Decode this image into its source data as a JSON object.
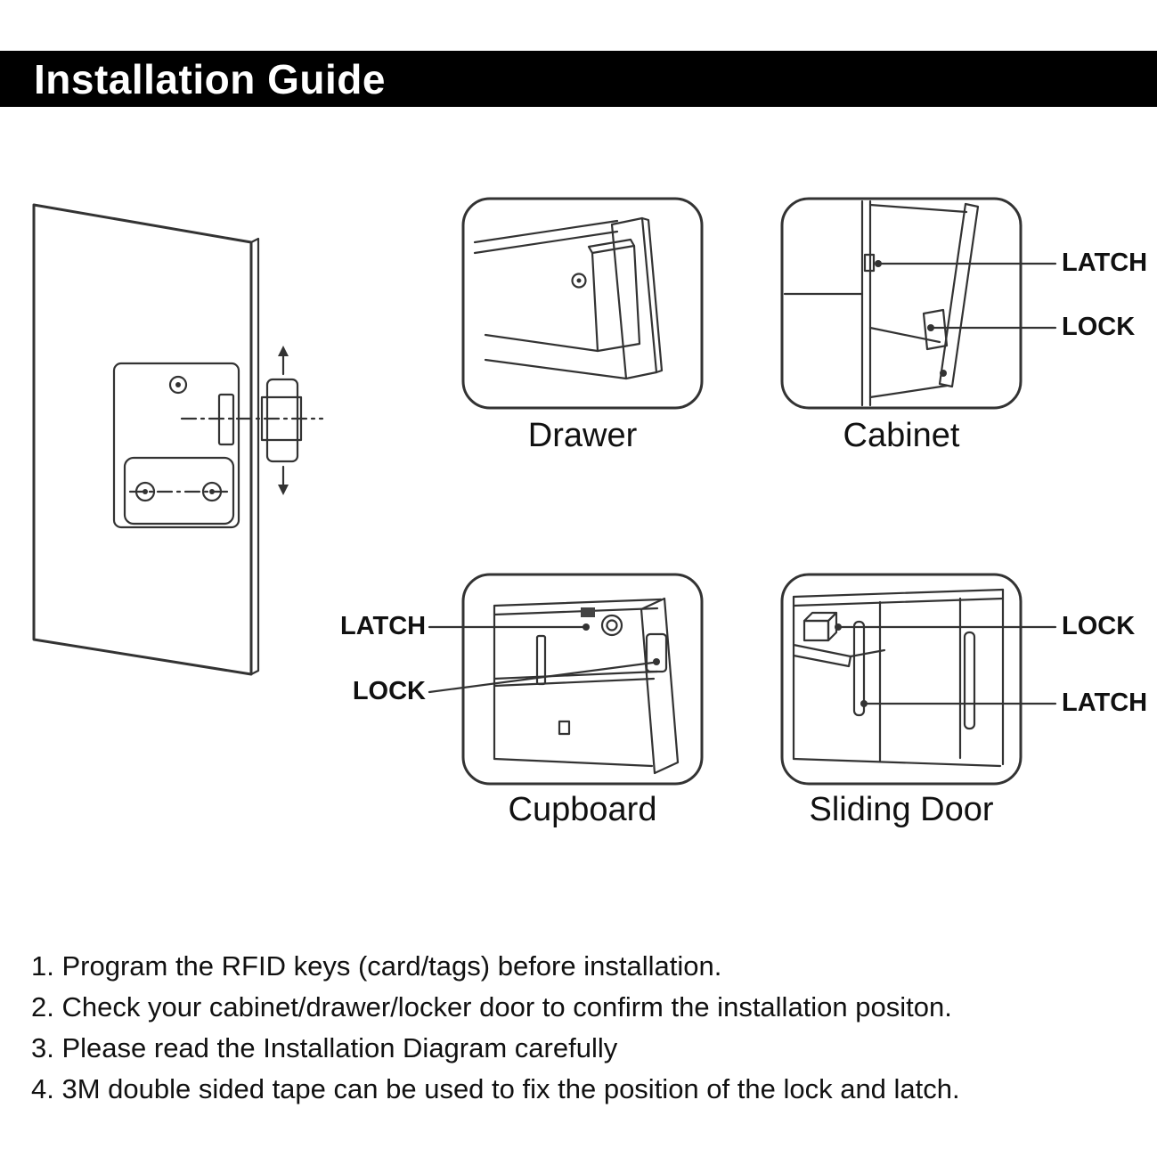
{
  "header": {
    "title": "Installation Guide"
  },
  "panels": {
    "drawer": {
      "label": "Drawer"
    },
    "cabinet": {
      "label": "Cabinet",
      "latch_label": "LATCH",
      "lock_label": "LOCK"
    },
    "cupboard": {
      "label": "Cupboard",
      "latch_label": "LATCH",
      "lock_label": "LOCK"
    },
    "sliding_door": {
      "label": "Sliding Door",
      "lock_label": "LOCK",
      "latch_label": "LATCH"
    }
  },
  "instructions": [
    "1. Program the RFID keys (card/tags) before installation.",
    "2. Check your cabinet/drawer/locker door to confirm the installation positon.",
    "3. Please read the Installation Diagram carefully",
    "4. 3M double sided tape can be used to fix the position of the lock and latch."
  ],
  "colors": {
    "header_bg": "#000000",
    "header_text": "#ffffff",
    "line_color": "#333333",
    "background": "#ffffff"
  }
}
